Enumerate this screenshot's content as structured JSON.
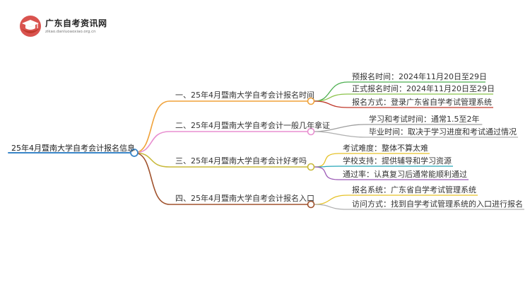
{
  "brand": {
    "name": "广东自考资讯网",
    "url": "zikao.danluoaoxiao.org.cn"
  },
  "mindmap": {
    "root": {
      "label": "25年4月暨南大学自考会计报名信息",
      "color": "#3a86c8"
    },
    "branches": [
      {
        "label": "一、25年4月暨南大学自考会计报名时间",
        "color": "#f0a23a",
        "children": [
          {
            "label": "预报名时间：2024年11月20日至29日",
            "color": "#4caf50"
          },
          {
            "label": "正式报名时间：2024年11月20日至29日",
            "color": "#8bc34a"
          },
          {
            "label": "报名方式：登录广东省自学考试管理系统",
            "color": "#c0392b"
          }
        ]
      },
      {
        "label": "二、25年4月暨南大学自考会计一般几年拿证",
        "color": "#e88fd0",
        "children": [
          {
            "label": "学习和考试时间：通常1.5至2年",
            "color": "#9e9e9e"
          },
          {
            "label": "毕业时间：取决于学习进度和考试通过情况",
            "color": "#b0b0b0"
          }
        ]
      },
      {
        "label": "三、25年4月暨南大学自考会计好考吗",
        "color": "#c8b93a",
        "children": [
          {
            "label": "考试难度：整体不算太难",
            "color": "#e6c229"
          },
          {
            "label": "学校支持：提供辅导和学习资源",
            "color": "#26a6b8"
          },
          {
            "label": "通过率：认真复习后通常能顺利通过",
            "color": "#9b59b6"
          }
        ]
      },
      {
        "label": "四、25年4月暨南大学自考会计报名入口",
        "color": "#a0522d",
        "children": [
          {
            "label": "报名系统：广东省自学考试管理系统",
            "color": "#e6c229"
          },
          {
            "label": "访问方式：找到自学考试管理系统的入口进行报名",
            "color": "#b0b0b0"
          }
        ]
      }
    ]
  }
}
